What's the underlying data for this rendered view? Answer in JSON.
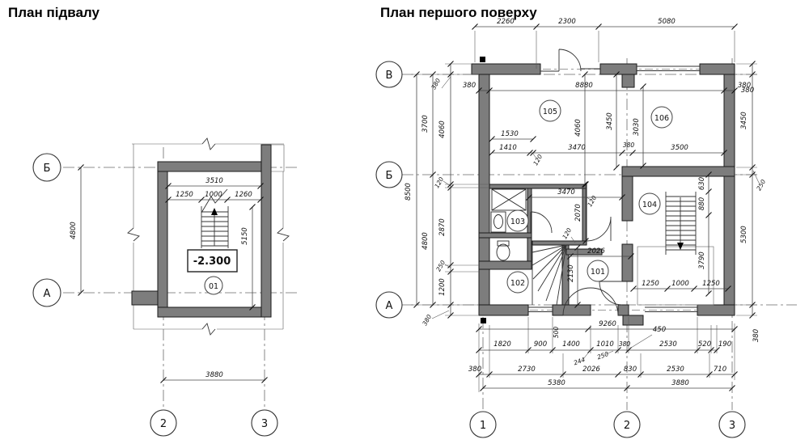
{
  "basement": {
    "title": "План підвалу",
    "axis_b": "Б",
    "axis_a": "А",
    "axis_2": "2",
    "axis_3": "3",
    "level": "-2.300",
    "room_01": "01",
    "dims": {
      "d3510": "3510",
      "d1250": "1250",
      "d1000": "1000",
      "d1260": "1260",
      "d5150": "5150",
      "d4800": "4800",
      "d3880": "3880"
    }
  },
  "first": {
    "title": "План першого поверху",
    "axis_v": "В",
    "axis_b": "Б",
    "axis_a": "А",
    "axis_1": "1",
    "axis_2": "2",
    "axis_3": "3",
    "rooms": {
      "r101": "101",
      "r102": "102",
      "r103": "103",
      "r104": "104",
      "r105": "105",
      "r106": "106"
    },
    "top": {
      "d2260": "2260",
      "d2300": "2300",
      "d5080": "5080",
      "d380l": "380",
      "d8880": "8880",
      "d380r": "380"
    },
    "left": {
      "d8500": "8500",
      "d3700": "3700",
      "d4800": "4800",
      "d380t": "380",
      "d4060": "4060",
      "d120": "120",
      "d2870": "2870",
      "d250": "250",
      "d1200": "1200",
      "d380b": "380"
    },
    "right": {
      "d380t": "380",
      "d3450": "3450",
      "d250": "250",
      "d5300": "5300",
      "d380b": "380"
    },
    "interior": {
      "d1530": "1530",
      "d1410": "1410",
      "d120a": "120",
      "d3470a": "3470",
      "d380a": "380",
      "d3500": "3500",
      "d4060": "4060",
      "d3450": "3450",
      "d3030": "3030",
      "d3470b": "3470",
      "d120b": "120",
      "d2070": "2070",
      "d120c": "120",
      "d2026": "2026",
      "d2130": "2130",
      "d1250a": "1250",
      "d1000": "1000",
      "d1250b": "1250",
      "d3790": "3790",
      "d630": "630",
      "d880": "880"
    },
    "bottom": {
      "d9260": "9260",
      "d500": "500",
      "d450": "450",
      "d1820": "1820",
      "d900": "900",
      "d1400": "1400",
      "d1010": "1010",
      "d380a": "380",
      "d2530a": "2530",
      "d520": "520",
      "d190": "190",
      "d250": "250",
      "d244": "244",
      "d380b": "380",
      "d2730": "2730",
      "d2026": "2026",
      "d830": "830",
      "d2530b": "2530",
      "d710": "710",
      "d5380": "5380",
      "d3880": "3880"
    }
  }
}
